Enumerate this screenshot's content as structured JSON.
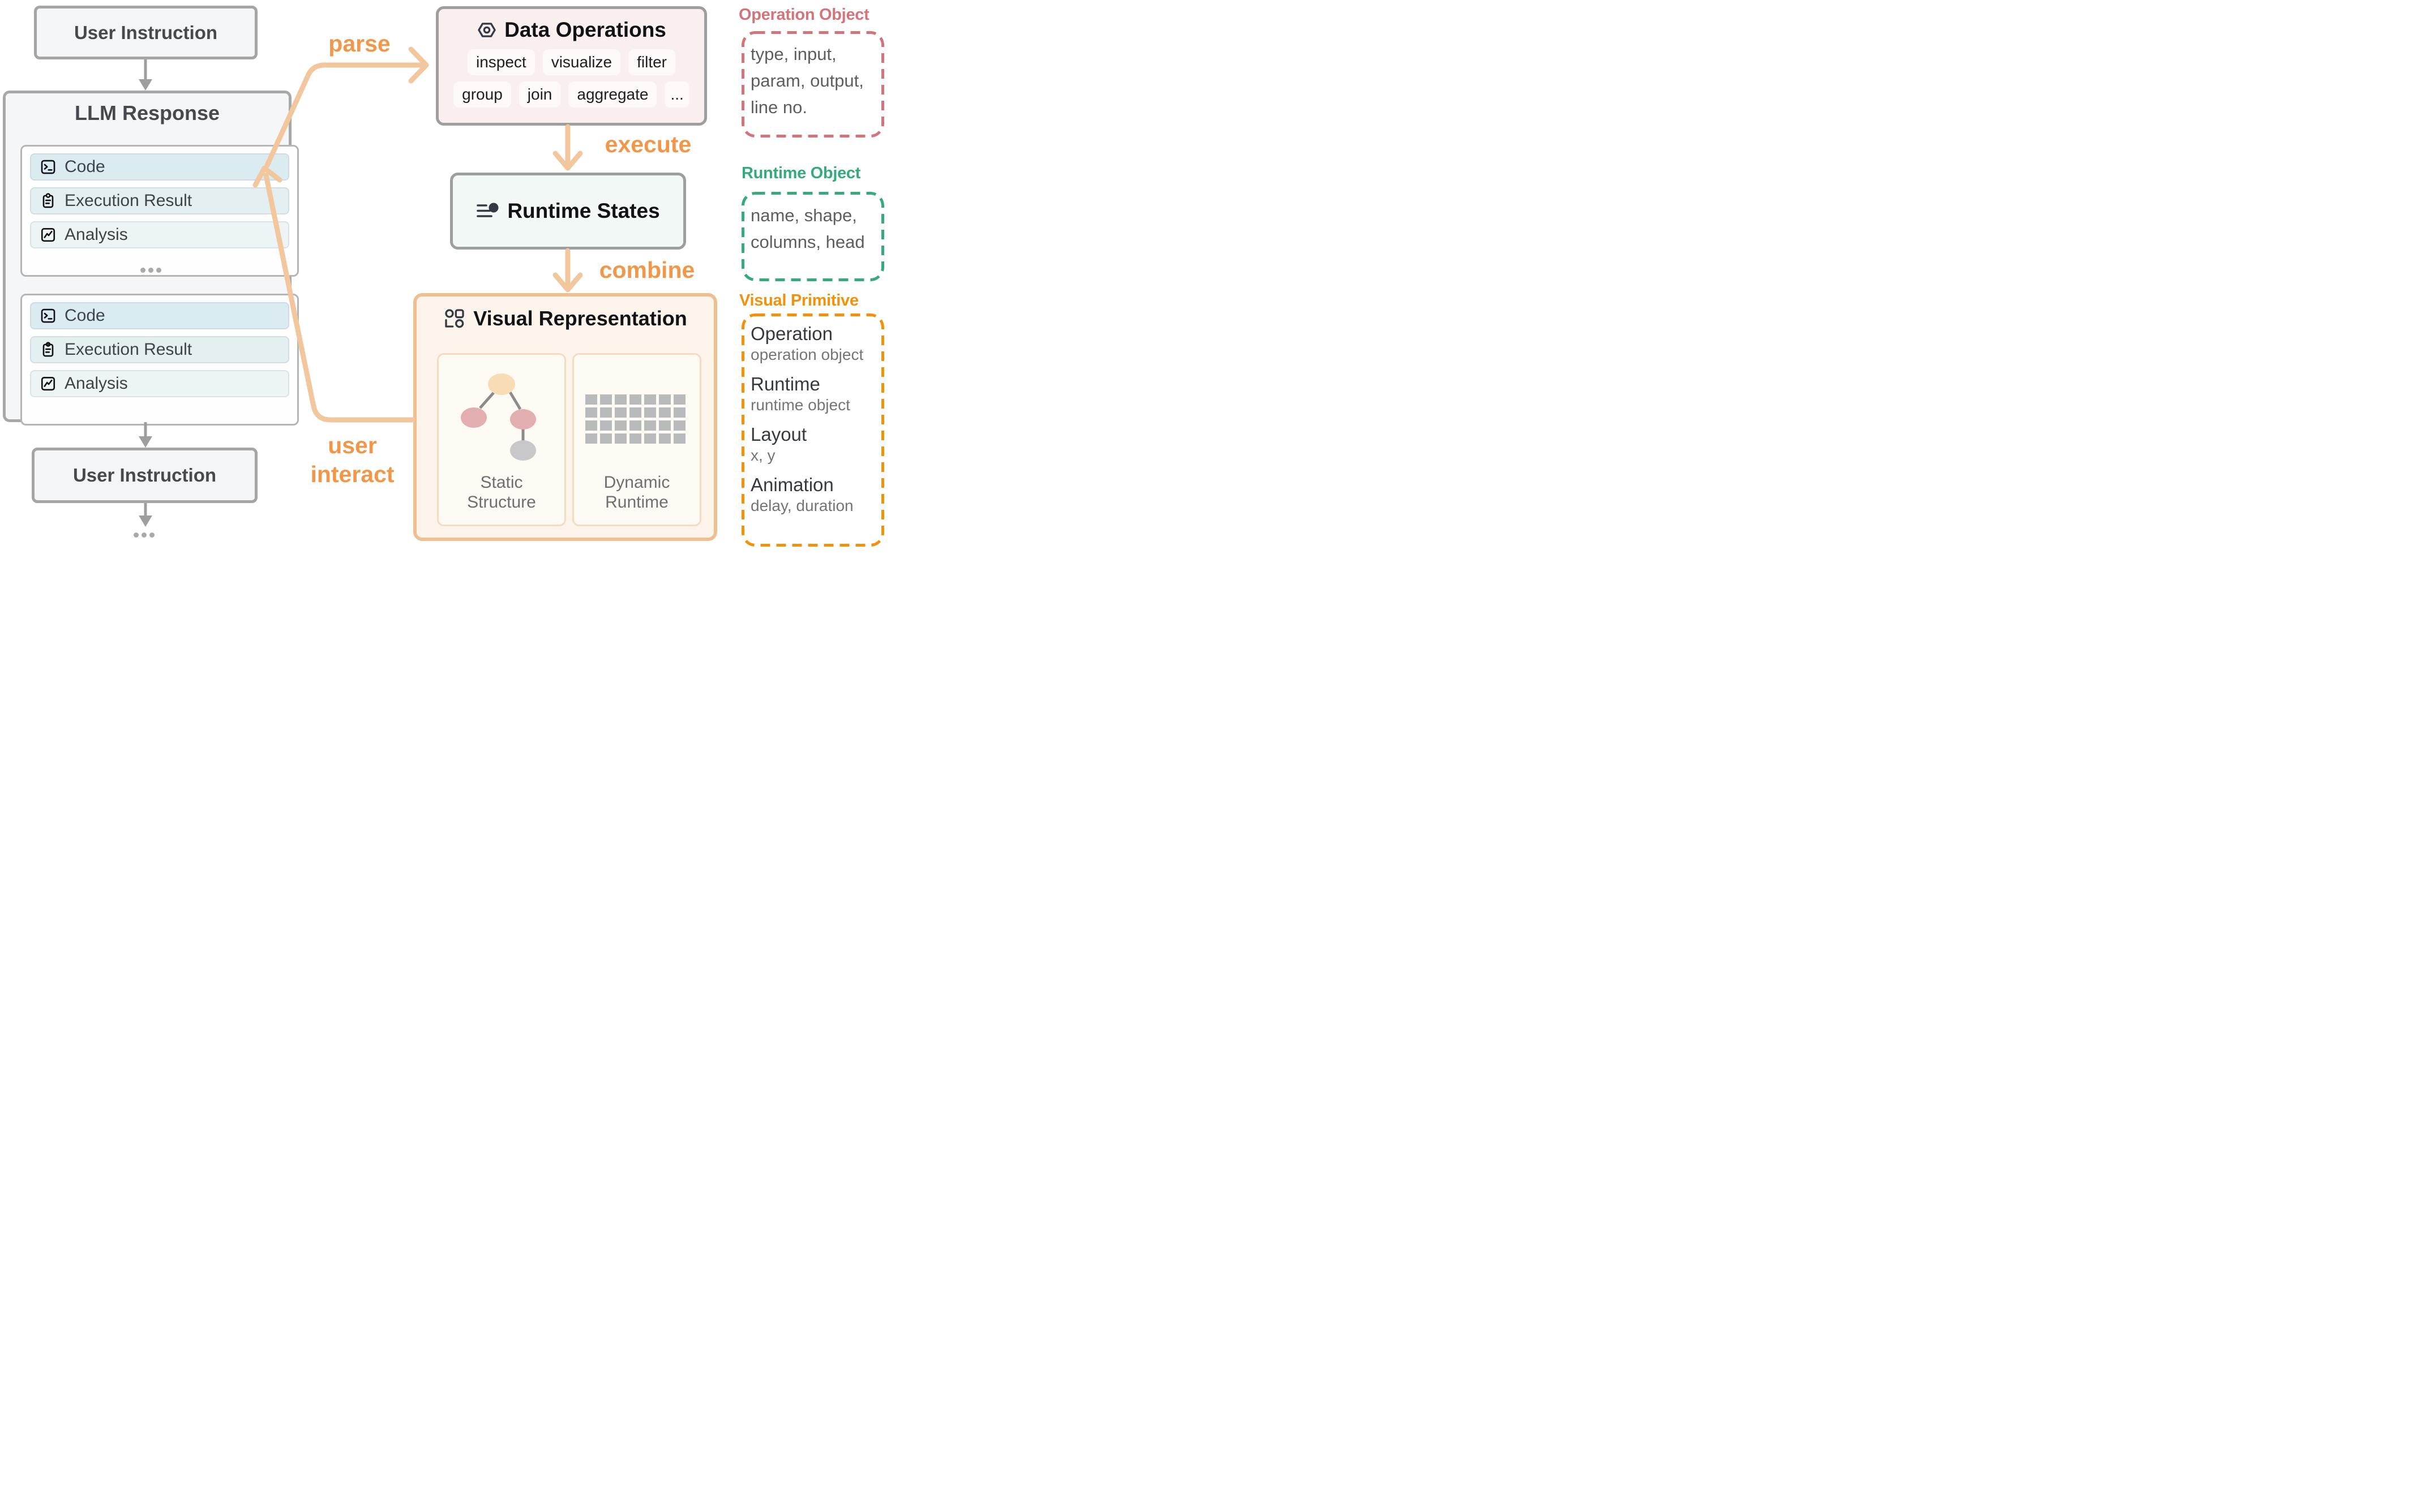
{
  "left_column": {
    "user_instruction_top": "User Instruction",
    "user_instruction_bottom": "User Instruction",
    "llm_response": {
      "title": "LLM Response",
      "items": [
        {
          "label": "Code",
          "icon": "terminal-icon"
        },
        {
          "label": "Execution Result",
          "icon": "clipboard-icon"
        },
        {
          "label": "Analysis",
          "icon": "line-chart-icon"
        }
      ],
      "ellipsis": "•••"
    },
    "ellipsis_bottom": "•••"
  },
  "pipeline": {
    "data_operations": {
      "title": "Data Operations",
      "icon": "hexagon-nut-icon",
      "tags_row1": [
        "inspect",
        "visualize",
        "filter"
      ],
      "tags_row2": [
        "group",
        "join",
        "aggregate",
        "..."
      ]
    },
    "runtime_states": {
      "title": "Runtime States",
      "icon": "motion-lines-icon"
    },
    "visual_representation": {
      "title": "Visual Representation",
      "icon": "shapes-icon",
      "panels": [
        {
          "label_line1": "Static",
          "label_line2": "Structure"
        },
        {
          "label_line1": "Dynamic",
          "label_line2": "Runtime"
        }
      ]
    }
  },
  "edges": {
    "parse": "parse",
    "execute": "execute",
    "combine": "combine",
    "user_interact_line1": "user",
    "user_interact_line2": "interact"
  },
  "legend": {
    "operation_object": {
      "title": "Operation Object",
      "content_lines": [
        "type, input,",
        "param, output,",
        "line no."
      ]
    },
    "runtime_object": {
      "title": "Runtime Object",
      "content_lines": [
        "name, shape,",
        "columns, head"
      ]
    },
    "visual_primitive": {
      "title": "Visual Primitive",
      "items": [
        {
          "name": "Operation",
          "detail": "operation object"
        },
        {
          "name": "Runtime",
          "detail": "runtime object"
        },
        {
          "name": "Layout",
          "detail": "x, y"
        },
        {
          "name": "Animation",
          "detail": "delay, duration"
        }
      ]
    }
  },
  "colors": {
    "orange_line": "#f2c79e",
    "orange_label": "#f0974a",
    "vp_orange": "#f1920a",
    "rose": "#d3747b",
    "green": "#35ab7d",
    "gray_arrow": "#9e9e9e",
    "box_border_gray": "#9e9e9e",
    "vr_border": "#eec091",
    "code_row_bg": "#dbecf1",
    "exec_row_bg": "#e4eff2",
    "analysis_row_bg": "#edf4f6",
    "data_ops_bg": "#f9efee",
    "runtime_bg": "#f2f8f6",
    "vr_bg": "#fcf3ea",
    "panel_bg": "#fdf9f3",
    "panel_border": "#f3dcc2",
    "tree_root": "#f7dcb5",
    "tree_child": "#e3aeb0",
    "tree_leaf": "#c8c8ca",
    "grid_cell": "#b9babc"
  }
}
